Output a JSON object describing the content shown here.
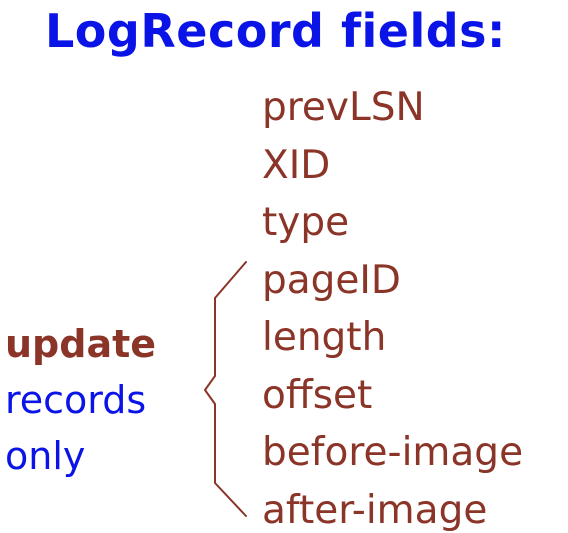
{
  "title": "LogRecord fields:",
  "fields": [
    "prevLSN",
    "XID",
    "type",
    "pageID",
    "length",
    "offset",
    "before-image",
    "after-image"
  ],
  "annotation": {
    "keyword": "update",
    "line2": "records",
    "line3": "only"
  },
  "colors": {
    "title": "#0a14e6",
    "fields": "#8b3428",
    "keyword": "#8b3428",
    "annotation": "#0a14e6",
    "brace": "#8b3428"
  }
}
